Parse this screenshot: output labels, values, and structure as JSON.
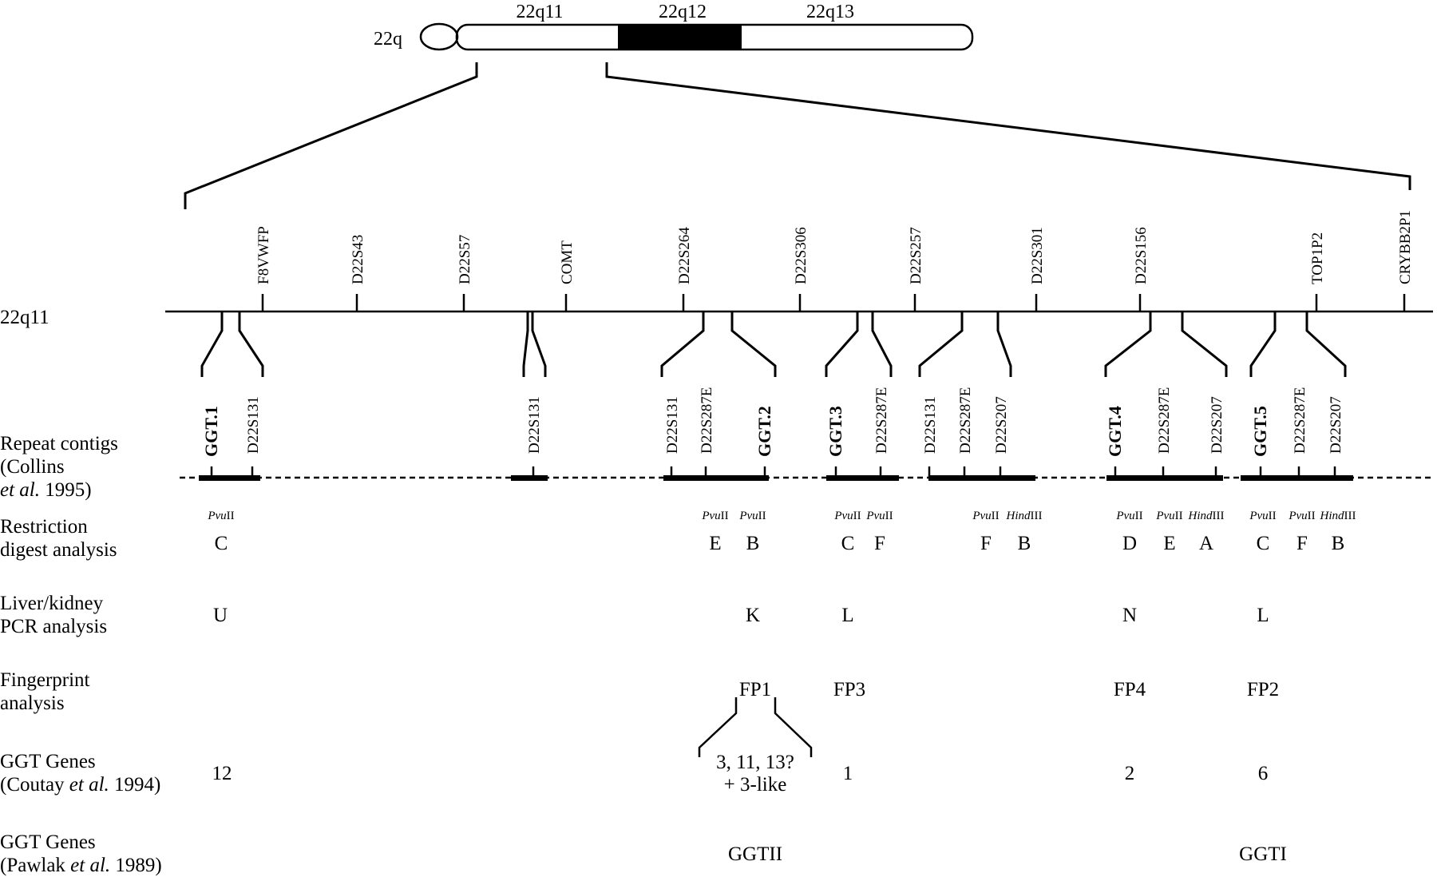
{
  "chromosome": {
    "arm_label": "22q",
    "bands": [
      {
        "name": "22q11",
        "shade": "white"
      },
      {
        "name": "22q12",
        "shade": "black"
      },
      {
        "name": "22q13",
        "shade": "white"
      }
    ]
  },
  "map": {
    "line_label": "22q11",
    "markers": [
      "F8VWFP",
      "D22S43",
      "D22S57",
      "COMT",
      "D22S264",
      "D22S306",
      "D22S257",
      "D22S301",
      "D22S156",
      "TOP1P2",
      "CRYBB2P1"
    ]
  },
  "row_labels": {
    "repeat_contigs": [
      "Repeat contigs",
      "(Collins",
      "et al. 1995)"
    ],
    "restriction": [
      "Restriction",
      "digest analysis"
    ],
    "pcr": [
      "Liver/kidney",
      "PCR analysis"
    ],
    "fingerprint": [
      "Fingerprint",
      "analysis"
    ],
    "coutay": [
      "GGT Genes",
      "(Coutay et al. 1994)"
    ],
    "pawlak": [
      "GGT Genes",
      "(Pawlak et al. 1989)"
    ]
  },
  "contigs": [
    {
      "labels": [
        {
          "text": "GGT.1",
          "bold": true
        },
        {
          "text": "D22S131",
          "bold": false
        }
      ],
      "enzymes": [
        "PvuII"
      ],
      "fragments": [
        "C"
      ],
      "pcr": "U",
      "fingerprint": "",
      "coutay": "12",
      "pawlak": ""
    },
    {
      "labels": [
        {
          "text": "D22S131",
          "bold": false
        }
      ],
      "enzymes": [],
      "fragments": [],
      "pcr": "",
      "fingerprint": "",
      "coutay": "",
      "pawlak": ""
    },
    {
      "labels": [
        {
          "text": "D22S131",
          "bold": false
        },
        {
          "text": "D22S287E",
          "bold": false
        },
        {
          "text": "GGT.2",
          "bold": true
        }
      ],
      "enzymes": [
        "PvuII",
        "PvuII"
      ],
      "fragments": [
        "E",
        "B"
      ],
      "pcr": "K",
      "fingerprint": "FP1",
      "coutay": "3, 11, 13?\n+ 3-like",
      "pawlak": "GGTII"
    },
    {
      "labels": [
        {
          "text": "GGT.3",
          "bold": true
        },
        {
          "text": "D22S287E",
          "bold": false
        }
      ],
      "enzymes": [
        "PvuII",
        "PvuII"
      ],
      "fragments": [
        "C",
        "F"
      ],
      "pcr": "L",
      "fingerprint": "FP3",
      "coutay": "1",
      "pawlak": ""
    },
    {
      "labels": [
        {
          "text": "D22S131",
          "bold": false
        },
        {
          "text": "D22S287E",
          "bold": false
        },
        {
          "text": "D22S207",
          "bold": false
        }
      ],
      "enzymes": [
        "PvuII",
        "HindIII"
      ],
      "fragments": [
        "F",
        "B"
      ],
      "pcr": "",
      "fingerprint": "",
      "coutay": "",
      "pawlak": ""
    },
    {
      "labels": [
        {
          "text": "GGT.4",
          "bold": true
        },
        {
          "text": "D22S287E",
          "bold": false
        },
        {
          "text": "D22S207",
          "bold": false
        }
      ],
      "enzymes": [
        "PvuII",
        "PvuII",
        "HindIII"
      ],
      "fragments": [
        "D",
        "E",
        "A"
      ],
      "pcr": "N",
      "fingerprint": "FP4",
      "coutay": "2",
      "pawlak": ""
    },
    {
      "labels": [
        {
          "text": "GGT.5",
          "bold": true
        },
        {
          "text": "D22S287E",
          "bold": false
        },
        {
          "text": "D22S207",
          "bold": false
        }
      ],
      "enzymes": [
        "PvuII",
        "PvuII",
        "HindIII"
      ],
      "fragments": [
        "C",
        "F",
        "B"
      ],
      "pcr": "L",
      "fingerprint": "FP2",
      "coutay": "6",
      "pawlak": "GGTI"
    }
  ]
}
